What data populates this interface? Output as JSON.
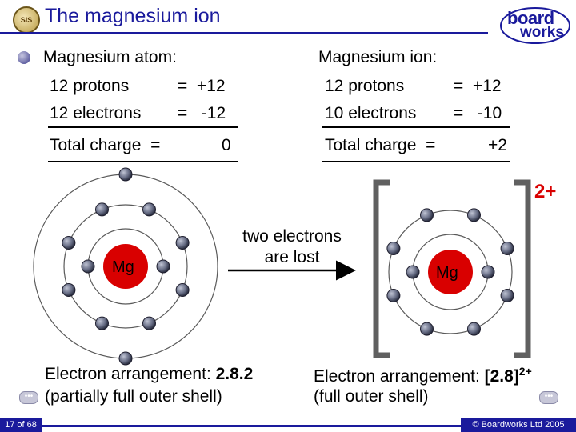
{
  "slide": {
    "title": "The magnesium ion",
    "logo_text": "SIS",
    "brand_top": "board",
    "brand_bottom": "works"
  },
  "atom_panel": {
    "heading": "Magnesium atom:",
    "row1_label": "12 protons",
    "row1_value": "=  +12",
    "row2_label": "12 electrons",
    "row2_value": "=   -12",
    "total_label": "Total charge  =",
    "total_value": "0",
    "nucleus_symbol": "Mg",
    "arrangement_prefix": "Electron arrangement: ",
    "arrangement_value": "2.8.2",
    "arrangement_note": "(partially full outer shell)"
  },
  "ion_panel": {
    "heading": "Magnesium ion:",
    "row1_label": "12 protons",
    "row1_value": "=  +12",
    "row2_label": "10 electrons",
    "row2_value": "=   -10",
    "total_label": "Total charge  =",
    "total_value": "+2",
    "nucleus_symbol": "Mg",
    "charge": "2+",
    "arrangement_prefix": "Electron arrangement: ",
    "arrangement_value": "[2.8]",
    "arrangement_sup": "2+",
    "arrangement_note": "(full outer shell)"
  },
  "arrow_label_line1": "two electrons",
  "arrow_label_line2": "are lost",
  "footer": {
    "page": "17 of 68",
    "copyright": "© Boardworks Ltd 2005"
  },
  "colors": {
    "title": "#1a1a9c",
    "nucleus": "#d90000"
  },
  "icons": [
    "school-badge-icon",
    "boardworks-logo-icon",
    "bullet-icon",
    "reaction-arrow-icon",
    "nav-button-icon"
  ]
}
